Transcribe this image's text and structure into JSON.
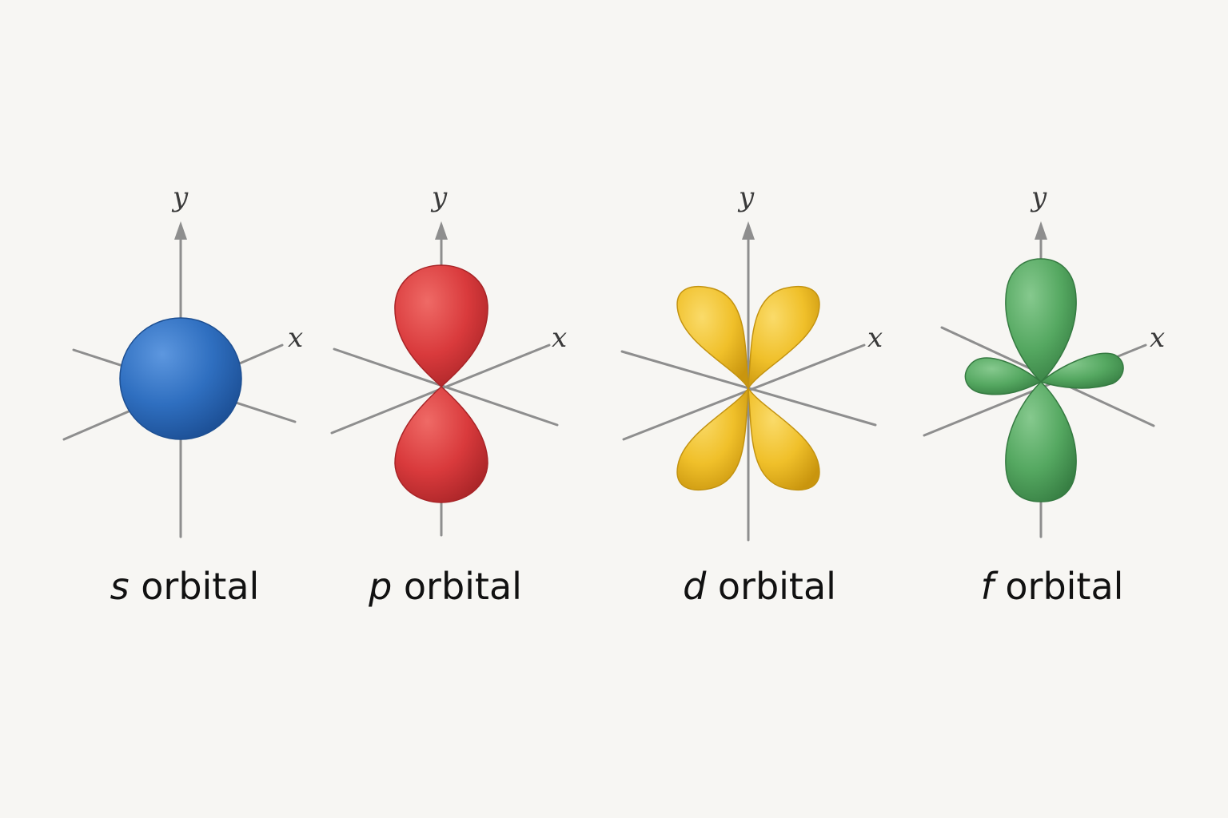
{
  "axis_labels": {
    "x": "x",
    "y": "y"
  },
  "orbitals": [
    {
      "letter": "s",
      "suffix": " orbital",
      "color": "#2f6fc0",
      "icon": "sphere"
    },
    {
      "letter": "p",
      "suffix": " orbital",
      "color": "#d93a3c",
      "icon": "dumbbell-two-lobes"
    },
    {
      "letter": "d",
      "suffix": " orbital",
      "color": "#f0c02a",
      "icon": "cloverleaf-four-lobes"
    },
    {
      "letter": "f",
      "suffix": " orbital",
      "color": "#55a861",
      "icon": "multi-lobe"
    }
  ]
}
